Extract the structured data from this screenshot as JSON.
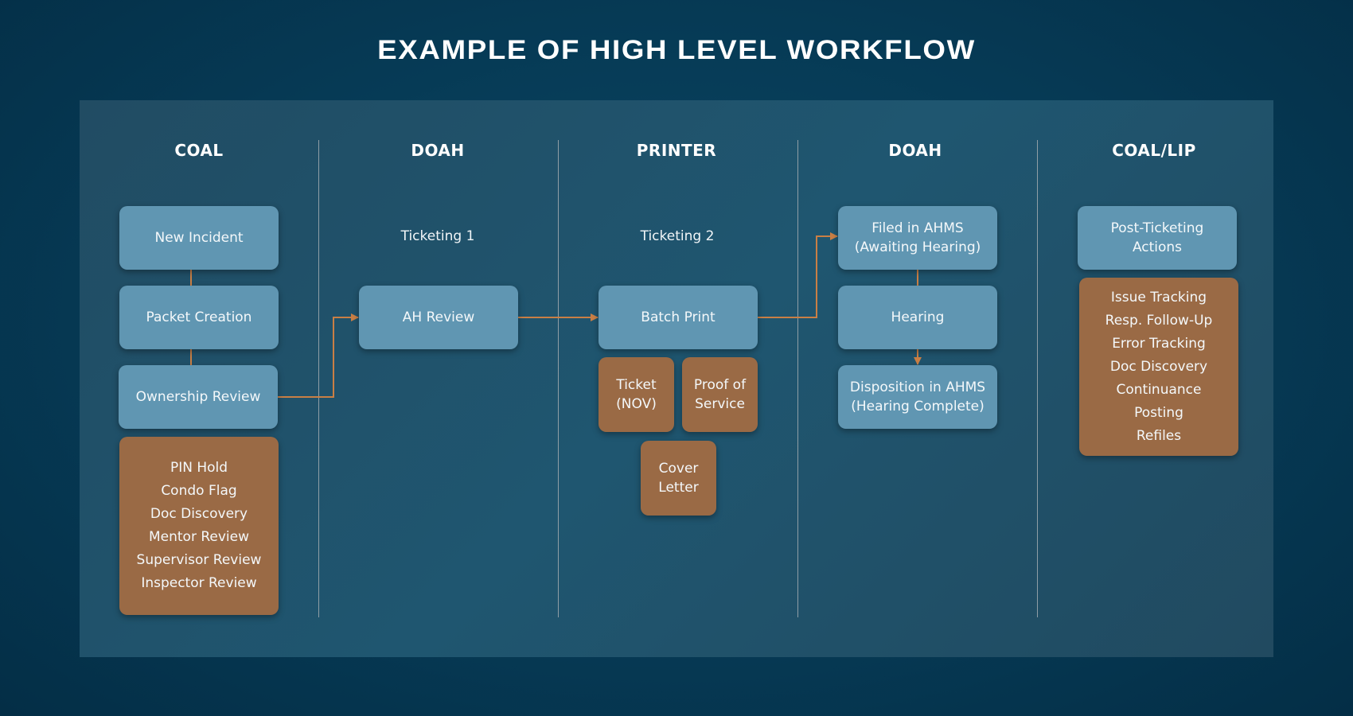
{
  "title": "EXAMPLE OF HIGH LEVEL WORKFLOW",
  "colors": {
    "process_box": "#6096b2",
    "detail_box": "#9a6a45",
    "connector": "#c97f45",
    "divider": "#8f9ea6"
  },
  "columns": [
    {
      "header": "COAL",
      "steps": [
        "New Incident",
        "Packet Creation",
        "Ownership Review"
      ],
      "details": [
        "PIN Hold",
        "Condo Flag",
        "Doc Discovery",
        "Mentor Review",
        "Supervisor Review",
        "Inspector Review"
      ]
    },
    {
      "header": "DOAH",
      "sub_label": "Ticketing 1",
      "steps": [
        "AH Review"
      ]
    },
    {
      "header": "PRINTER",
      "sub_label": "Ticketing 2",
      "steps": [
        "Batch Print"
      ],
      "outputs": [
        {
          "line1": "Ticket",
          "line2": "(NOV)"
        },
        {
          "line1": "Proof of",
          "line2": "Service"
        },
        {
          "line1": "Cover",
          "line2": "Letter"
        }
      ]
    },
    {
      "header": "DOAH",
      "steps": [
        {
          "line1": "Filed in AHMS",
          "line2": "(Awaiting Hearing)"
        },
        {
          "line1": "Hearing"
        },
        {
          "line1": "Disposition in AHMS",
          "line2": "(Hearing Complete)"
        }
      ]
    },
    {
      "header": "COAL/LIP",
      "steps": [
        {
          "line1": "Post-Ticketing",
          "line2": "Actions"
        }
      ],
      "details": [
        "Issue Tracking",
        "Resp. Follow-Up",
        "Error Tracking",
        "Doc Discovery",
        "Continuance",
        "Posting",
        "Refiles"
      ]
    }
  ]
}
